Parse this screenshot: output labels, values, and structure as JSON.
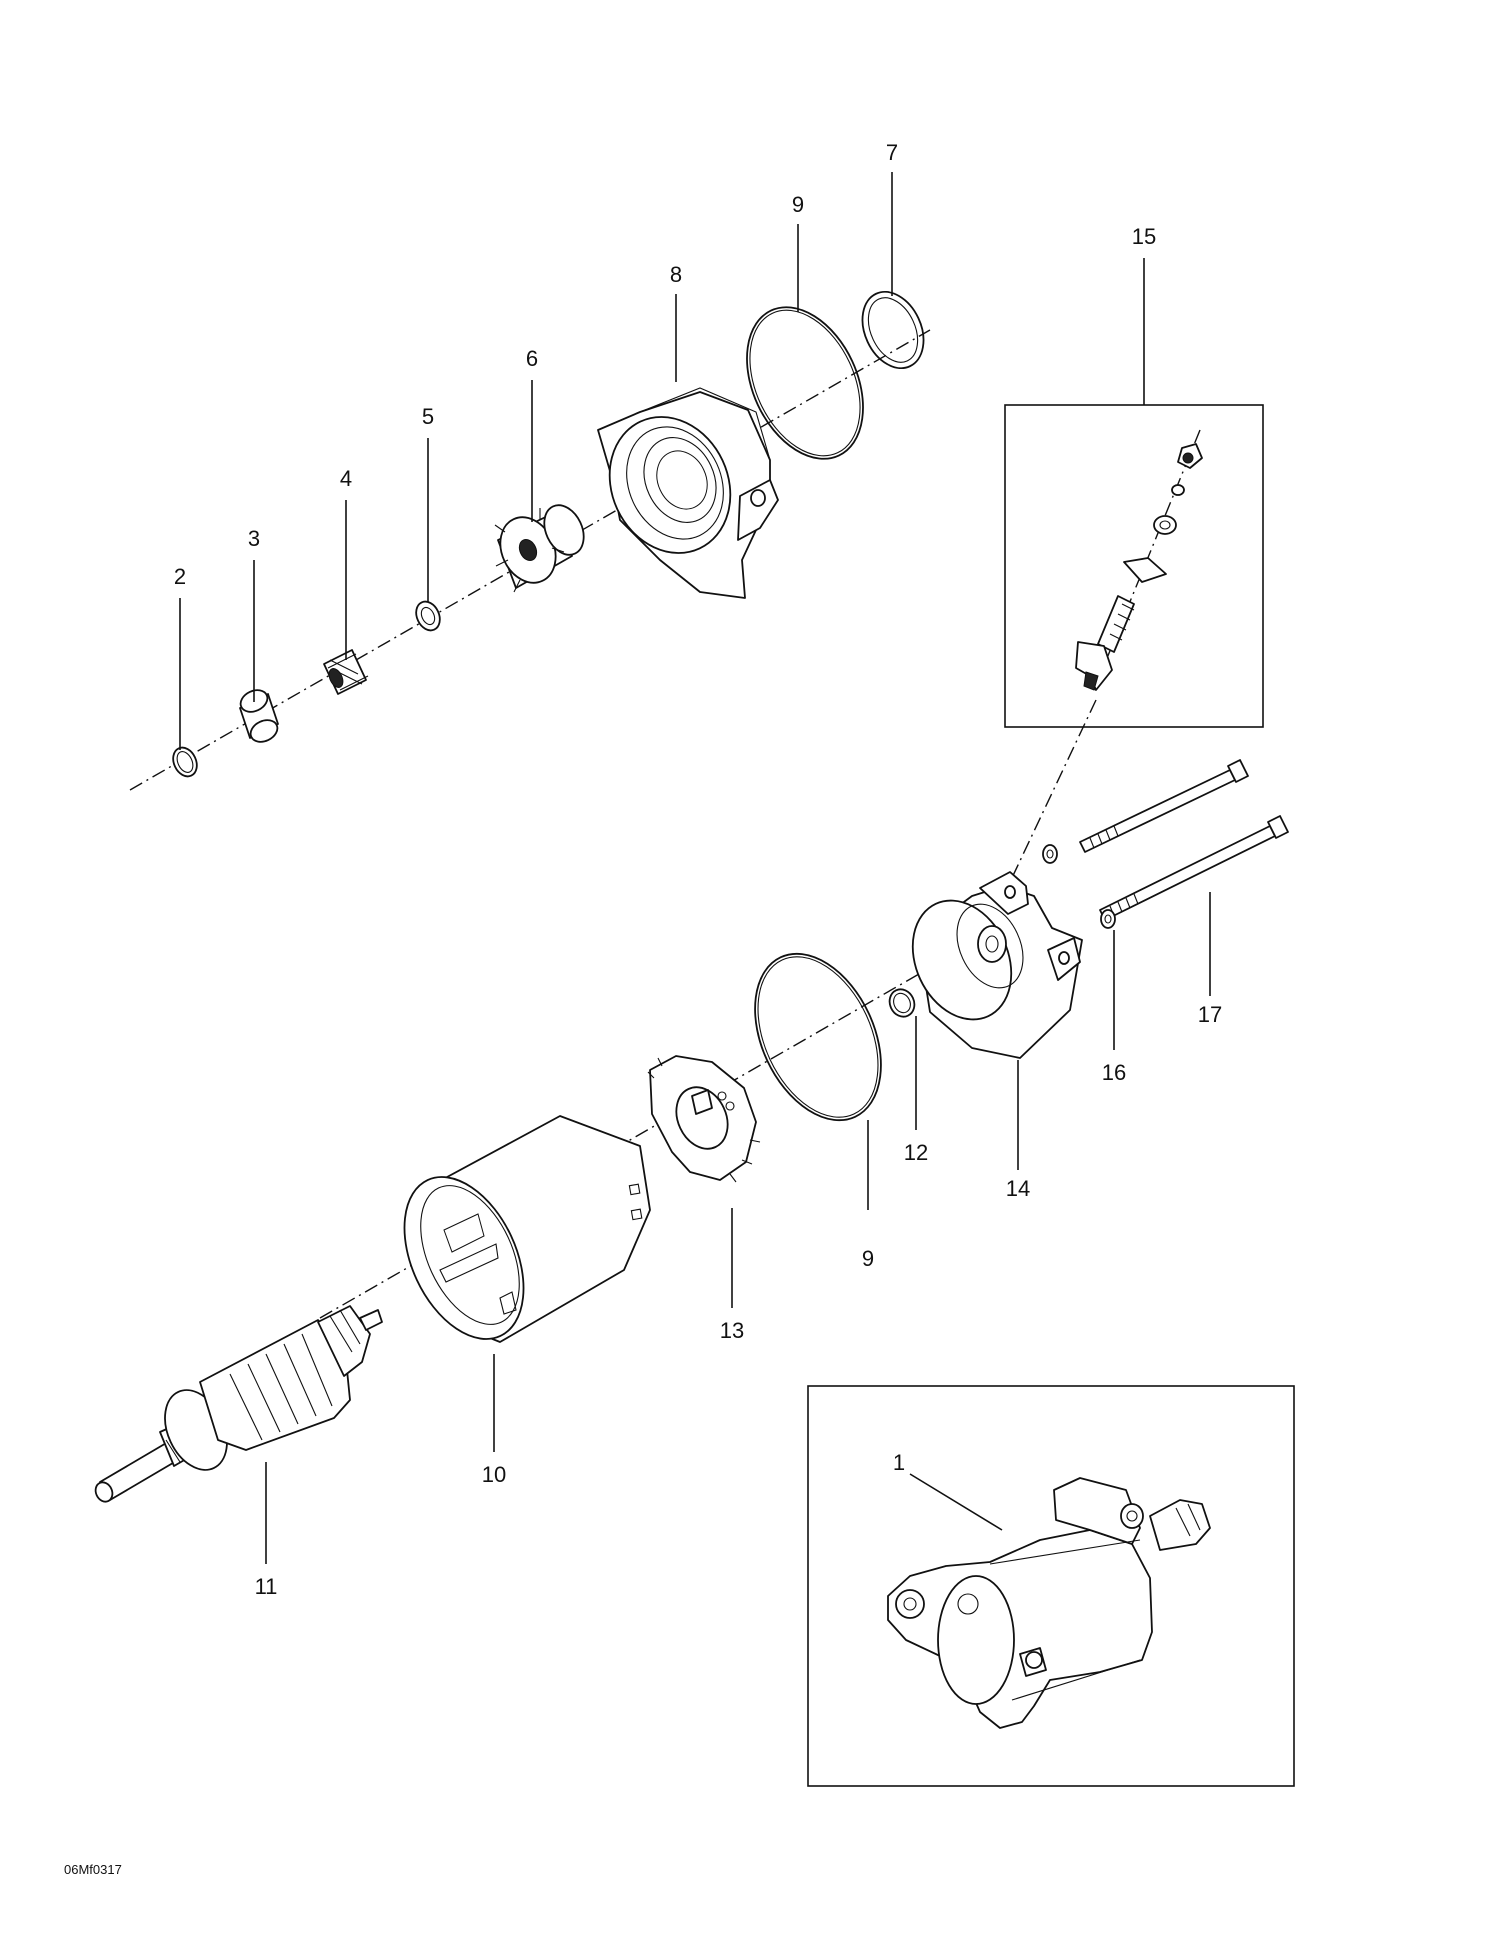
{
  "diagram": {
    "callouts": [
      "1",
      "2",
      "3",
      "4",
      "5",
      "6",
      "7",
      "8",
      "9",
      "9",
      "10",
      "11",
      "12",
      "13",
      "14",
      "15",
      "16",
      "17"
    ],
    "figure_code": "06Mf0317"
  }
}
